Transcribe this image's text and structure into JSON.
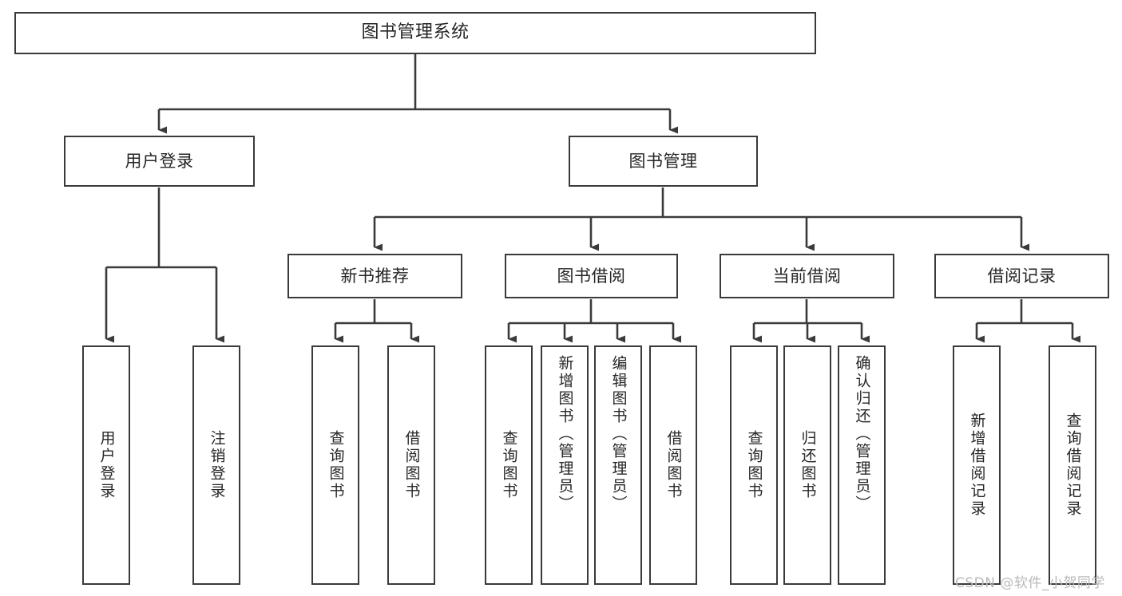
{
  "diagram": {
    "title": "图书管理系统",
    "type": "tree-hierarchy",
    "line_color": "#3a3a3a",
    "text_color": "#262626",
    "background": "#ffffff",
    "watermark": "CSDN @软件_小贺同学",
    "nodes": {
      "root": "图书管理系统",
      "level1": [
        "用户登录",
        "图书管理"
      ],
      "level2": [
        "新书推荐",
        "图书借阅",
        "当前借阅",
        "借阅记录"
      ],
      "leaves": {
        "user_login": [
          "用户登录",
          "注销登录"
        ],
        "new_book_recommend": [
          "查询图书",
          "借阅图书"
        ],
        "book_borrow": [
          "查询图书",
          "新增图书（管理员）",
          "编辑图书（管理员）",
          "借阅图书"
        ],
        "current_borrow": [
          "查询图书",
          "归还图书",
          "确认归还（管理员）"
        ],
        "borrow_record": [
          "新增借阅记录",
          "查询借阅记录"
        ]
      }
    }
  }
}
